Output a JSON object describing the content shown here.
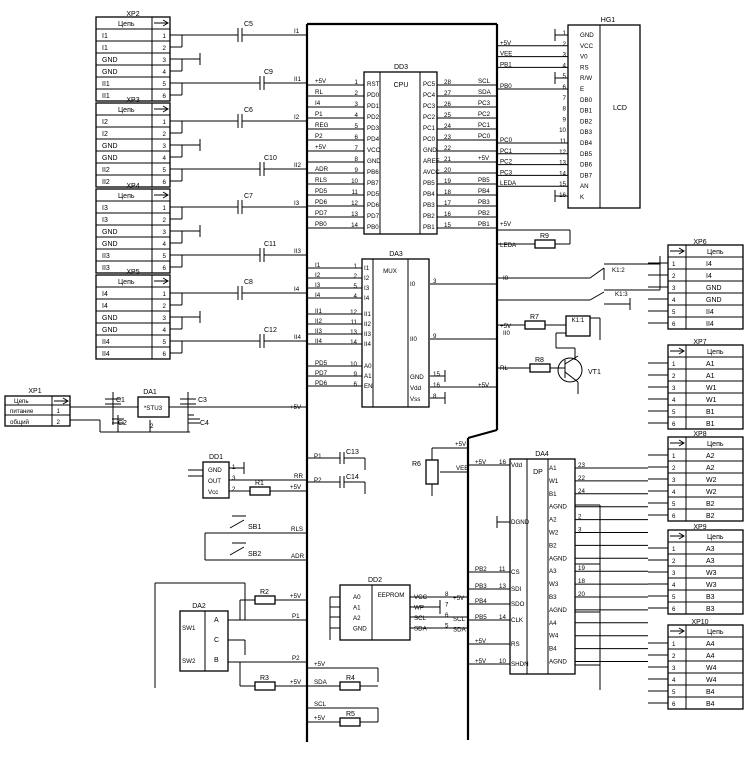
{
  "chain_header": "Цепь",
  "connectors": [
    {
      "name": "XP2",
      "pins": [
        "I1",
        "I1",
        "GND",
        "GND",
        "II1",
        "II1"
      ]
    },
    {
      "name": "XP3",
      "pins": [
        "I2",
        "I2",
        "GND",
        "GND",
        "II2",
        "II2"
      ]
    },
    {
      "name": "XP4",
      "pins": [
        "I3",
        "I3",
        "GND",
        "GND",
        "II3",
        "II3"
      ]
    },
    {
      "name": "XP5",
      "pins": [
        "I4",
        "I4",
        "GND",
        "GND",
        "II4",
        "II4"
      ]
    }
  ],
  "right_connectors": [
    {
      "name": "XP6",
      "pins": [
        "I4",
        "I4",
        "GND",
        "GND",
        "II4",
        "II4"
      ]
    },
    {
      "name": "XP7",
      "pins": [
        "A1",
        "A1",
        "W1",
        "W1",
        "B1",
        "B1"
      ]
    },
    {
      "name": "XP8",
      "pins": [
        "A2",
        "A2",
        "W2",
        "W2",
        "B2",
        "B2"
      ]
    },
    {
      "name": "XP9",
      "pins": [
        "A3",
        "A3",
        "W3",
        "W3",
        "B3",
        "B3"
      ]
    },
    {
      "name": "XP10",
      "pins": [
        "A4",
        "A4",
        "W4",
        "W4",
        "B4",
        "B4"
      ]
    }
  ],
  "xp1": {
    "name": "XP1",
    "pins": [
      "питание",
      "общий"
    ]
  },
  "cpu": {
    "name": "DD3",
    "title": "CPU",
    "left_nums": [
      "1",
      "2",
      "3",
      "4",
      "5",
      "6",
      "7",
      "8",
      "9",
      "10",
      "11",
      "12",
      "13",
      "14"
    ],
    "left": [
      "RST",
      "PD0",
      "PD1",
      "PD2",
      "PD3",
      "PD4",
      "VCC",
      "GND",
      "PB6",
      "PB7",
      "PD5",
      "PD6",
      "PD7",
      "PB0"
    ],
    "right": [
      "PC5",
      "PC4",
      "PC3",
      "PC2",
      "PC1",
      "PC0",
      "GND",
      "AREF",
      "AVCC",
      "PB5",
      "PB4",
      "PB3",
      "PB2",
      "PB1"
    ],
    "right_nums": [
      "28",
      "27",
      "26",
      "25",
      "24",
      "23",
      "22",
      "21",
      "20",
      "19",
      "18",
      "17",
      "16",
      "15"
    ]
  },
  "cpu_left_nets": [
    "+5V",
    "RL",
    "I4",
    "P1",
    "REG",
    "P2",
    "+5V",
    "",
    "ADR",
    "RLS",
    "PD5",
    "PD6",
    "PD7",
    "PB0"
  ],
  "cpu_right_nets": [
    "SCL",
    "SDA",
    "PC3",
    "PC2",
    "PC1",
    "PC0",
    "",
    "+5V",
    "",
    "PB5",
    "PB4",
    "PB3",
    "PB2",
    "PB1"
  ],
  "mux": {
    "name": "DA3",
    "title": "MUX",
    "left": [
      "I1",
      "I2",
      "I3",
      "I4",
      "II1",
      "II2",
      "II3",
      "II4",
      "A0",
      "A1",
      "EN"
    ],
    "left_nums": [
      "1",
      "2",
      "5",
      "4",
      "12",
      "11",
      "13",
      "14",
      "10",
      "9",
      "6"
    ],
    "left_nets": [
      "I1",
      "I2",
      "I3",
      "I4",
      "II1",
      "II2",
      "II3",
      "II4",
      "PD5",
      "PD7",
      "PD6"
    ],
    "right": [
      "I0",
      "II0",
      "GND",
      "Vdd",
      "Vss"
    ],
    "right_nums": [
      "3",
      "9",
      "15",
      "16",
      "8"
    ]
  },
  "lcd": {
    "name": "HG1",
    "title": "LCD",
    "pins": [
      "GND",
      "VCC",
      "V0",
      "RS",
      "R/W",
      "E",
      "DB0",
      "DB1",
      "DB2",
      "DB3",
      "DB4",
      "DB5",
      "DB6",
      "DB7",
      "AN",
      "K"
    ],
    "nets": [
      "",
      "+5V",
      "VEE",
      "PB1",
      "",
      "PB0",
      "",
      "",
      "",
      "",
      "PC0",
      "PC1",
      "PC2",
      "PC3",
      "LEDA",
      ""
    ]
  },
  "dp": {
    "name": "DA4",
    "title": "DP",
    "left": [
      "Vdd",
      "DGND",
      "CS",
      "SDI",
      "SDO",
      "CLK",
      "RS",
      "SHDN"
    ],
    "left_nums": [
      "16",
      "",
      "11",
      "13",
      "",
      "14",
      "",
      "10"
    ],
    "left_nets": [
      "+5V",
      "",
      "PB2",
      "PB3",
      "PB4",
      "PB5",
      "+5V",
      "+5V"
    ],
    "right": [
      "A1",
      "W1",
      "B1",
      "AGND",
      "A2",
      "W2",
      "B2",
      "AGND",
      "A3",
      "W3",
      "B3",
      "AGND",
      "A4",
      "W4",
      "B4",
      "AGND"
    ],
    "right_nums": [
      "23",
      "22",
      "24",
      "",
      "2",
      "3",
      "",
      "",
      "19",
      "18",
      "20",
      "",
      "",
      "",
      "",
      ""
    ]
  },
  "eeprom": {
    "name": "DD2",
    "title": "EEPROM",
    "left": [
      "A0",
      "A1",
      "A2",
      "GND"
    ],
    "right": [
      "VCC",
      "WP",
      "SCL",
      "SDA"
    ],
    "right_nums": [
      "8",
      "7",
      "6",
      "5"
    ],
    "right_nets": [
      "+5V",
      "",
      "SCL",
      "SDA"
    ]
  },
  "stab": {
    "name": "DA1",
    "title": "*STU3"
  },
  "sensor": {
    "name": "DD1",
    "pins": [
      "GND",
      "OUT",
      "Vcc"
    ],
    "nums": [
      "1",
      "3",
      "2"
    ]
  },
  "enc": {
    "name": "DA2",
    "pins": [
      "A",
      "C",
      "B"
    ],
    "sw": [
      "SW1",
      "SW2"
    ],
    "nets": [
      "P1",
      "P2"
    ]
  },
  "caps": [
    "C1",
    "C2",
    "C3",
    "C4",
    "C5",
    "C6",
    "C7",
    "C8",
    "C9",
    "C10",
    "C11",
    "C12",
    "C13",
    "C14"
  ],
  "resistors": [
    "R1",
    "R2",
    "R3",
    "R4",
    "R5",
    "R6",
    "R7",
    "R8",
    "R9"
  ],
  "relay": {
    "k1": "K1:1",
    "k2": "K1:2",
    "k3": "K1:3"
  },
  "transistor": "VT1",
  "buttons": [
    "SB1",
    "SB2"
  ],
  "nets": {
    "p5v": "+5V",
    "vee": "VEE",
    "scl": "SCL",
    "sda": "SDA",
    "leda": "LEDA",
    "rl": "RL",
    "rls": "RLS",
    "adr": "ADR",
    "p1": "P1",
    "p2": "P2",
    "i0": "I0",
    "ii0": "II0",
    "i4": "I4"
  }
}
